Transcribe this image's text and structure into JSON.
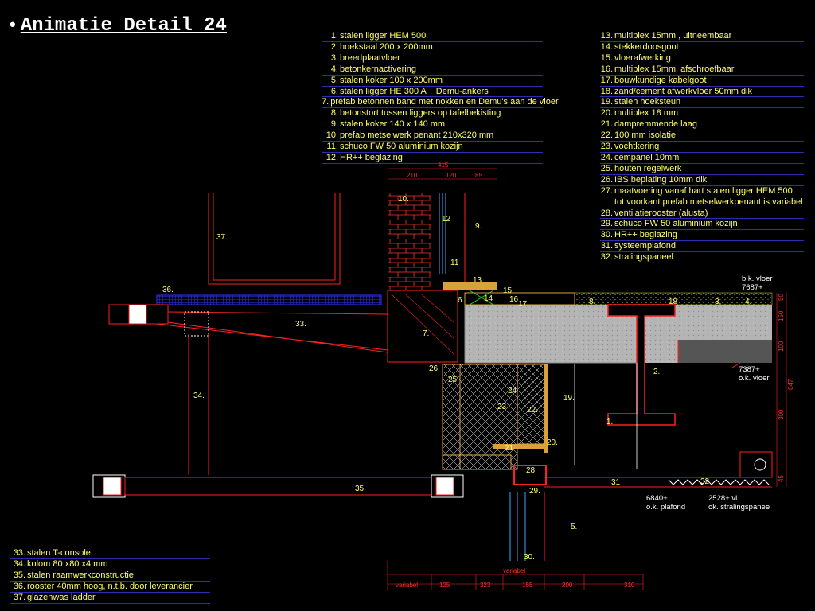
{
  "slide": {
    "title": "Animatie Detail 24",
    "bullet": "•"
  },
  "legend_top_left": [
    {
      "num": "1.",
      "text": "stalen ligger HEM 500"
    },
    {
      "num": "2.",
      "text": "hoekstaal 200 x 200mm"
    },
    {
      "num": "3.",
      "text": "breedplaatvloer"
    },
    {
      "num": "4.",
      "text": "betonkernactivering"
    },
    {
      "num": "5.",
      "text": "stalen koker 100 x 200mm"
    },
    {
      "num": "6.",
      "text": "stalen ligger HE 300 A + Demu-ankers"
    },
    {
      "num": "7.",
      "text": "prefab betonnen band met nokken en Demu's aan de vloer"
    },
    {
      "num": "8.",
      "text": "betonstort tussen liggers op tafelbekisting"
    },
    {
      "num": "9.",
      "text": "stalen koker 140 x 140 mm"
    },
    {
      "num": "10.",
      "text": "prefab metselwerk penant 210x320 mm"
    },
    {
      "num": "11.",
      "text": "schuco FW 50 aluminium kozijn"
    },
    {
      "num": "12.",
      "text": "HR++ beglazing"
    }
  ],
  "legend_top_right": [
    {
      "num": "13.",
      "text": "multiplex 15mm , uitneembaar"
    },
    {
      "num": "14.",
      "text": "stekkerdoosgoot"
    },
    {
      "num": "15.",
      "text": "vloerafwerking"
    },
    {
      "num": "16.",
      "text": "multiplex 15mm, afschroefbaar"
    },
    {
      "num": "17.",
      "text": "bouwkundige kabelgoot"
    },
    {
      "num": "18.",
      "text": "zand/cement afwerkvloer 50mm dik"
    },
    {
      "num": "19.",
      "text": "stalen hoeksteun"
    },
    {
      "num": "20.",
      "text": "multiplex 18 mm"
    },
    {
      "num": "21.",
      "text": "dampremmende laag"
    },
    {
      "num": "22.",
      "text": "100 mm isolatie"
    },
    {
      "num": "23.",
      "text": "vochtkering"
    },
    {
      "num": "24.",
      "text": "cempanel 10mm"
    },
    {
      "num": "25.",
      "text": "houten regelwerk"
    },
    {
      "num": "26.",
      "text": "IBS beplating 10mm dik"
    },
    {
      "num": "27.",
      "text": "maatvoering vanaf hart stalen ligger HEM 500"
    },
    {
      "num": "",
      "text": "tot voorkant prefab metselwerkpenant is variabel"
    },
    {
      "num": "28.",
      "text": "ventilatierooster (alusta)"
    },
    {
      "num": "29.",
      "text": "schuco FW 50 aluminium kozijn"
    },
    {
      "num": "30.",
      "text": "HR++ beglazing"
    },
    {
      "num": "31.",
      "text": "systeemplafond"
    },
    {
      "num": "32.",
      "text": "stralingspaneel"
    }
  ],
  "legend_bottom_left": [
    {
      "num": "33.",
      "text": "stalen T-console"
    },
    {
      "num": "34.",
      "text": "kolom 80 x80 x4 mm"
    },
    {
      "num": "35.",
      "text": "stalen raamwerkconstructie"
    },
    {
      "num": "36.",
      "text": "rooster 40mm hoog, n.t.b. door leverancier"
    },
    {
      "num": "37.",
      "text": "glazenwas ladder"
    }
  ],
  "drawing": {
    "callouts": [
      "37.",
      "36.",
      "33.",
      "34.",
      "35.",
      "10.",
      "12",
      "9.",
      "11",
      "13",
      "14",
      "15",
      "16",
      "17",
      "18",
      "7.",
      "26.",
      "25",
      "24",
      "23",
      "22.",
      "19.",
      "20.",
      "21",
      "28.",
      "29.",
      "30.",
      "5.",
      "31",
      "32",
      "1.",
      "2.",
      "3.",
      "4.",
      "6.",
      "8."
    ],
    "levels": {
      "bk_vloer_label": "b.k. vloer",
      "bk_vloer_value": "7687+",
      "ok_vloer_value": "7387+",
      "ok_vloer_label": "o.k. vloer",
      "ok_plafond_value": "6840+",
      "ok_plafond_label": "o.k. plafond",
      "ok_straling_value": "2528+ vl",
      "ok_straling_label": "ok. stralingspanee"
    },
    "dims_top": [
      "415",
      "210",
      "120",
      "85"
    ],
    "dims_right": [
      "50",
      "150",
      "100",
      "847",
      "300",
      "45"
    ],
    "dims_bottom": [
      "variabel",
      "variabel",
      "125",
      "323",
      "155",
      "200",
      "310"
    ]
  },
  "colors": {
    "background": "#000000",
    "legend_text": "#ffff66",
    "legend_rule": "#2d2db4",
    "line_red": "#ff2020",
    "timber": "#d9a13a",
    "concrete": "#b8b8b8",
    "insulation": "#e5e5e5",
    "blue_grid": "#3333ff",
    "green": "#22cc22"
  }
}
